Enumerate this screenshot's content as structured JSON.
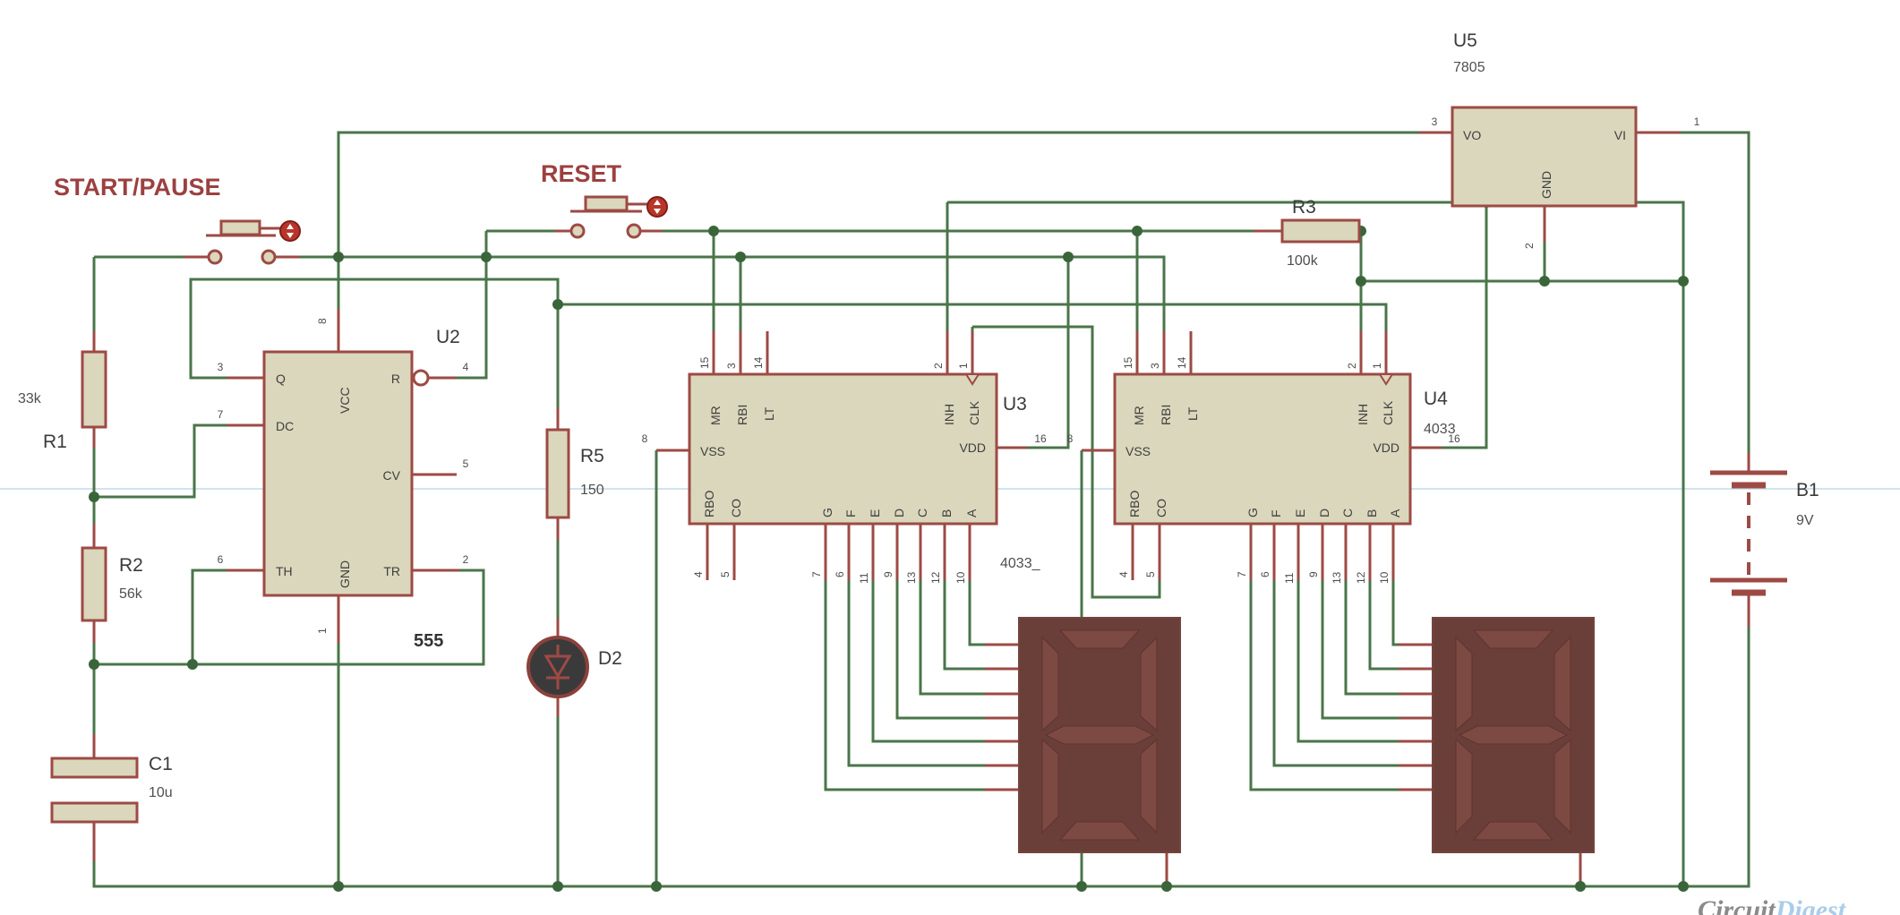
{
  "labels": {
    "start_pause": "START/PAUSE",
    "reset": "RESET"
  },
  "components": {
    "r1": {
      "ref": "R1",
      "value": "33k"
    },
    "r2": {
      "ref": "R2",
      "value": "56k"
    },
    "r3": {
      "ref": "R3",
      "value": "100k"
    },
    "r5": {
      "ref": "R5",
      "value": "150"
    },
    "c1": {
      "ref": "C1",
      "value": "10u"
    },
    "d2": {
      "ref": "D2"
    },
    "b1": {
      "ref": "B1",
      "value": "9V"
    },
    "u2": {
      "ref": "U2",
      "value": "555"
    },
    "u3": {
      "ref": "U3",
      "value": "4033_"
    },
    "u4": {
      "ref": "U4",
      "value": "4033"
    },
    "u5": {
      "ref": "U5",
      "value": "7805"
    }
  },
  "timer_pins": {
    "q": "Q",
    "dc": "DC",
    "th": "TH",
    "vcc": "VCC",
    "gnd": "GND",
    "r": "R",
    "cv": "CV",
    "tr": "TR",
    "n_q": "3",
    "n_dc": "7",
    "n_th": "6",
    "n_vcc": "8",
    "n_gnd": "1",
    "n_r": "4",
    "n_cv": "5",
    "n_tr": "2"
  },
  "counter_pins": {
    "mr": "MR",
    "rbi": "RBI",
    "lt": "LT",
    "inh": "INH",
    "clk": "CLK",
    "vss": "VSS",
    "vdd": "VDD",
    "rbo": "RBO",
    "co": "CO",
    "seg": [
      "G",
      "F",
      "E",
      "D",
      "C",
      "B",
      "A"
    ],
    "n_mr": "15",
    "n_rbi": "3",
    "n_lt": "14",
    "n_inh": "2",
    "n_clk": "1",
    "n_vss": "8",
    "n_vdd": "16",
    "n_rbo": "4",
    "n_co": "5",
    "n_seg": [
      "7",
      "6",
      "11",
      "9",
      "13",
      "12",
      "10"
    ]
  },
  "regulator_pins": {
    "vo": "VO",
    "gnd": "GND",
    "vi": "VI",
    "n_vo": "3",
    "n_vi": "1",
    "n_gnd": "2"
  },
  "colors": {
    "wire": "#4a754a",
    "pin": "#9d4a44",
    "fill": "#dad7bc",
    "label": "#9c4040",
    "text": "#3f3f3f",
    "display_body": "#6b3f39",
    "display_segment": "#7d4b43",
    "junction": "#3a653a",
    "guide": "#cfe4f2",
    "actuator": "#b9352b"
  },
  "watermark": {
    "part1": "Circuit",
    "part2": "Digest"
  }
}
